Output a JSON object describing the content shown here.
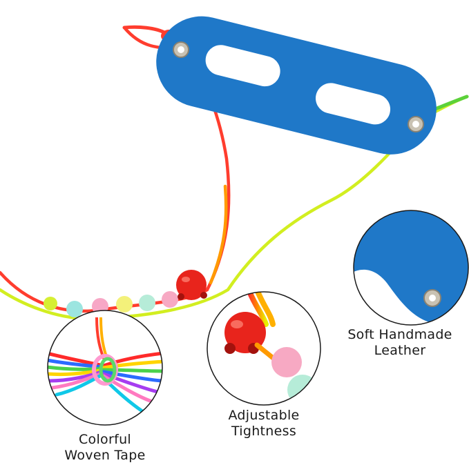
{
  "product": {
    "colors": {
      "leather": "#1f78c8",
      "eyelet": "#c9c2b3",
      "red_cord": "#ff3d2e",
      "green_cord": "#c8ea1c",
      "bead_red": "#e8241c",
      "background": "#ffffff"
    }
  },
  "features": [
    {
      "lines": [
        "Colorful",
        "Woven Tape"
      ],
      "icon": "rainbow-cord-bundle"
    },
    {
      "lines": [
        "Adjustable",
        "Tightness"
      ],
      "icon": "red-bead-closeup"
    },
    {
      "lines": [
        "Soft Handmade",
        "Leather"
      ],
      "icon": "leather-eyelet-closeup"
    }
  ]
}
